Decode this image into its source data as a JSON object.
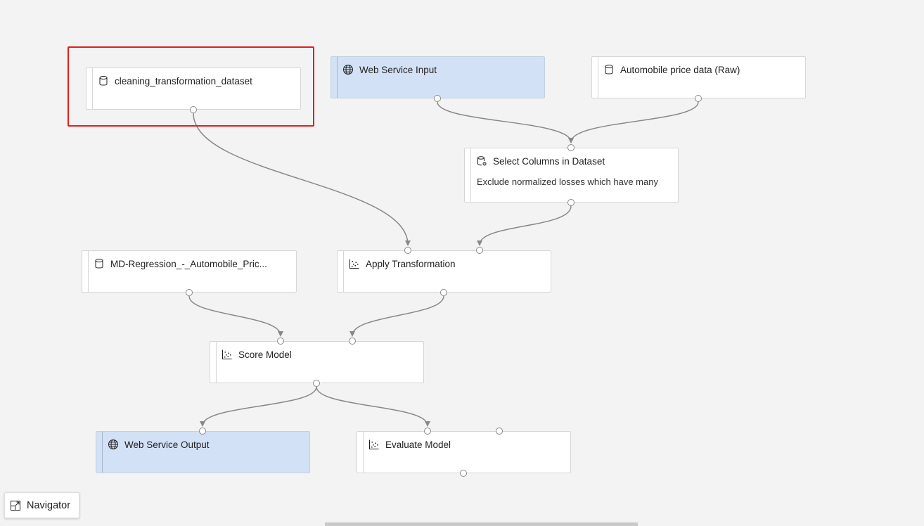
{
  "modules": {
    "cleaning": {
      "title": "cleaning_transformation_dataset",
      "icon": "dataset-icon"
    },
    "web_input": {
      "title": "Web Service Input",
      "icon": "globe-icon"
    },
    "auto_price": {
      "title": "Automobile price data (Raw)",
      "icon": "dataset-icon"
    },
    "select_cols": {
      "title": "Select Columns in Dataset",
      "description": "Exclude normalized losses which have many",
      "icon": "dataset-gear-icon"
    },
    "md_regression": {
      "title": "MD-Regression_-_Automobile_Pric...",
      "icon": "dataset-icon"
    },
    "apply_transform": {
      "title": "Apply Transformation",
      "icon": "scatter-icon"
    },
    "score_model": {
      "title": "Score Model",
      "icon": "scatter-icon"
    },
    "web_output": {
      "title": "Web Service Output",
      "icon": "globe-icon"
    },
    "evaluate_model": {
      "title": "Evaluate Model",
      "icon": "scatter-icon"
    }
  },
  "selection": {
    "selected_module": "cleaning_transformation_dataset",
    "highlight_color": "#e81c1c"
  },
  "navigator": {
    "label": "Navigator",
    "icon": "navigator-icon"
  },
  "colors": {
    "canvas": "#f3f3f3",
    "web_service_node": "#d3e1f7",
    "edge": "#8a8886"
  }
}
